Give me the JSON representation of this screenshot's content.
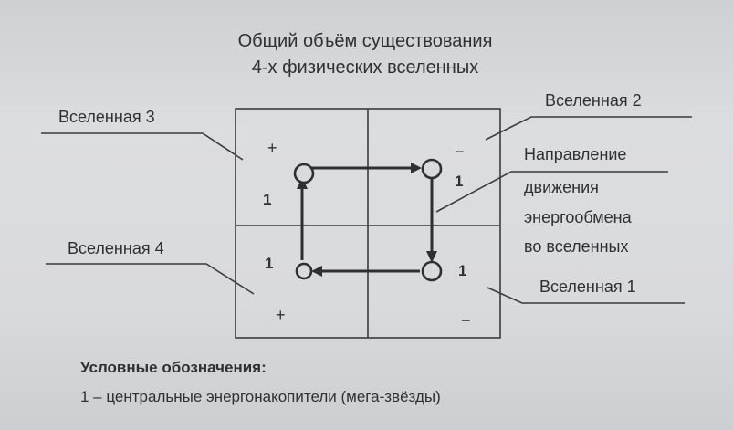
{
  "title_line1": "Общий объём существования",
  "title_line2": "4-х физических вселенных",
  "universes": {
    "u1": "Вселенная 1",
    "u2": "Вселенная 2",
    "u3": "Вселенная 3",
    "u4": "Вселенная 4"
  },
  "direction": {
    "line1": "Направление",
    "line2": "движения",
    "line3": "энергообмена",
    "line4": "во вселенных"
  },
  "signs": {
    "top_left": "+",
    "top_right": "−",
    "bottom_left": "+",
    "bottom_right": "−"
  },
  "node_numbers": {
    "top_left": "1",
    "top_right": "1",
    "bottom_left": "1",
    "bottom_right": "1"
  },
  "legend": {
    "title": "Условные обозначения:",
    "item1": "1 – центральные энергонакопители (мега-звёзды)"
  }
}
